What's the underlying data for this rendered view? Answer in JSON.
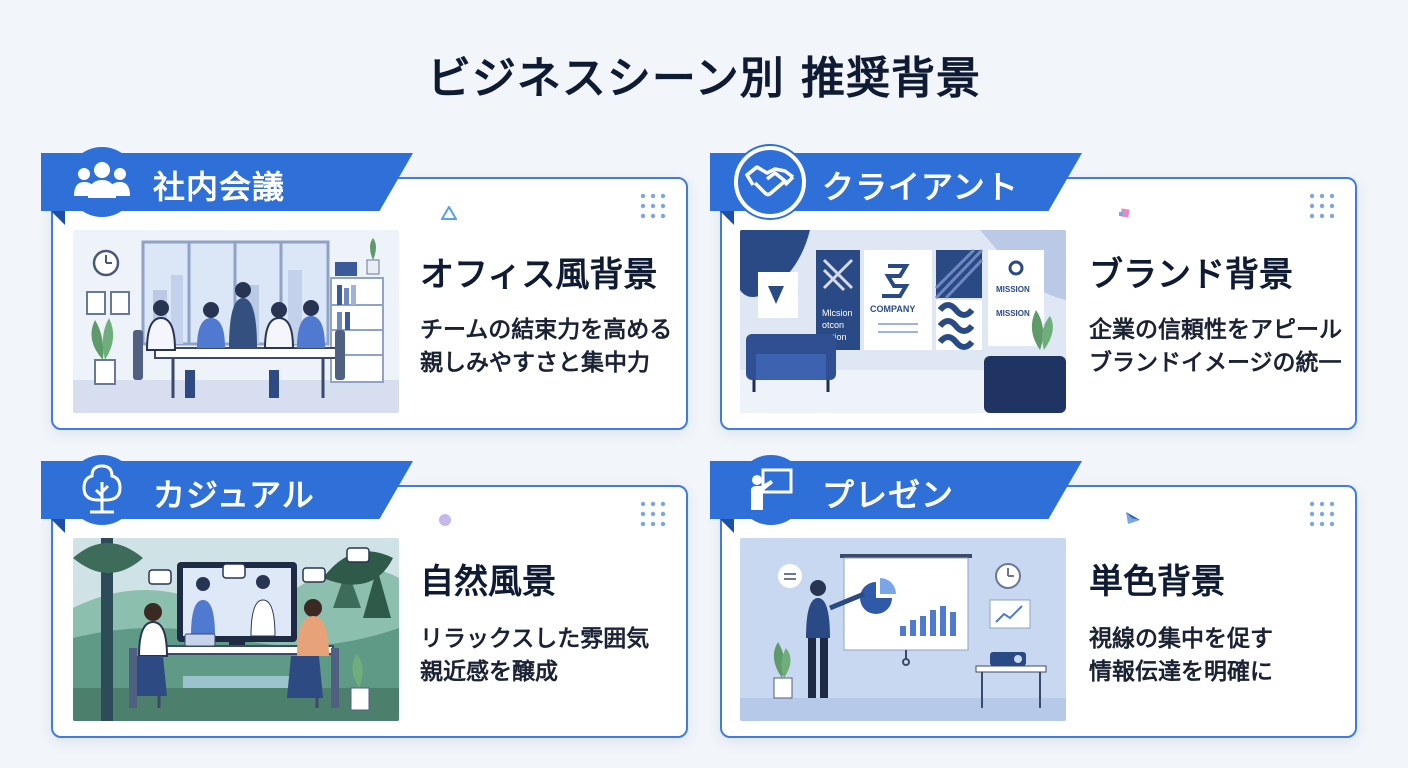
{
  "title": "ビジネスシーン別 推奨背景",
  "colors": {
    "accent": "#2f6fd8",
    "border": "#3f7be0",
    "background": "#f2f5fa"
  },
  "cards": [
    {
      "category": "社内会議",
      "icon": "team-icon",
      "background_name": "オフィス風背景",
      "points": [
        "チームの結束力を高める",
        "親しみやすさと集中力"
      ]
    },
    {
      "category": "クライアント",
      "icon": "handshake-icon",
      "background_name": "ブランド背景",
      "points": [
        "企業の信頼性をアピール",
        "ブランドイメージの統一"
      ],
      "illustration_text": {
        "company": "COMPANY",
        "mission_left": "Mlcsion\notcon\nnation",
        "mission_right_1": "MISSION",
        "mission_right_2": "MISSION"
      }
    },
    {
      "category": "カジュアル",
      "icon": "tree-icon",
      "background_name": "自然風景",
      "points": [
        "リラックスした雰囲気",
        "親近感を醸成"
      ]
    },
    {
      "category": "プレゼン",
      "icon": "presenter-icon",
      "background_name": "単色背景",
      "points": [
        "視線の集中を促す",
        "情報伝達を明確に"
      ]
    }
  ]
}
